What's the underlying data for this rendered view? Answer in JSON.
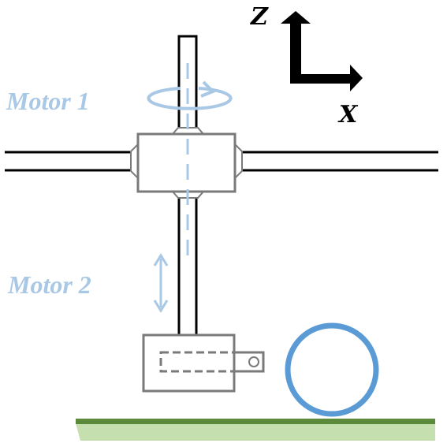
{
  "axes": {
    "z_label": "Z",
    "x_label": "X"
  },
  "motors": [
    {
      "label": "Motor 1",
      "motion": "rotation"
    },
    {
      "label": "Motor 2",
      "motion": "linear-vertical"
    }
  ],
  "colors": {
    "motor_accent": "#a8c8e6",
    "frame": "#7a7a7a",
    "rail": "#000000",
    "ring": "#5b9bd5",
    "ground_top": "#5a8a3a",
    "ground_fill": "#c5dfae"
  },
  "icons": {
    "rotation": "circular-arrow-icon",
    "linear": "double-arrow-icon"
  }
}
